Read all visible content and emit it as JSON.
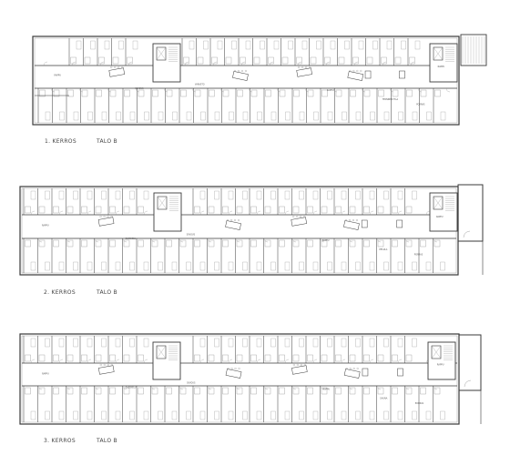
{
  "floors": [
    {
      "id": "floor-1",
      "label": "1. KERROS",
      "building": "TALO B",
      "variant": 1,
      "room_labels": [
        "RAPPU",
        "RAPPU",
        "SIIVOUS",
        "VARASTO",
        "RAPPU",
        "TEKNINEN TILA",
        "PORRAS"
      ]
    },
    {
      "id": "floor-2",
      "label": "2. KERROS",
      "building": "TALO B",
      "variant": 2,
      "room_labels": [
        "RAPPU",
        "RAPPU",
        "OLESKELU",
        "SIIVOUS",
        "RAPPU",
        "PESULA",
        "PORRAS"
      ]
    },
    {
      "id": "floor-3",
      "label": "3. KERROS",
      "building": "TALO B",
      "variant": 3,
      "room_labels": [
        "RAPPU",
        "RAPPU",
        "OLESKELU",
        "SIIVOUS",
        "RAPPU",
        "SAUNA",
        "PORRAS"
      ]
    }
  ],
  "colors": {
    "line": "#3a3a3a",
    "fine": "#8a8a8a",
    "background": "#ffffff"
  }
}
